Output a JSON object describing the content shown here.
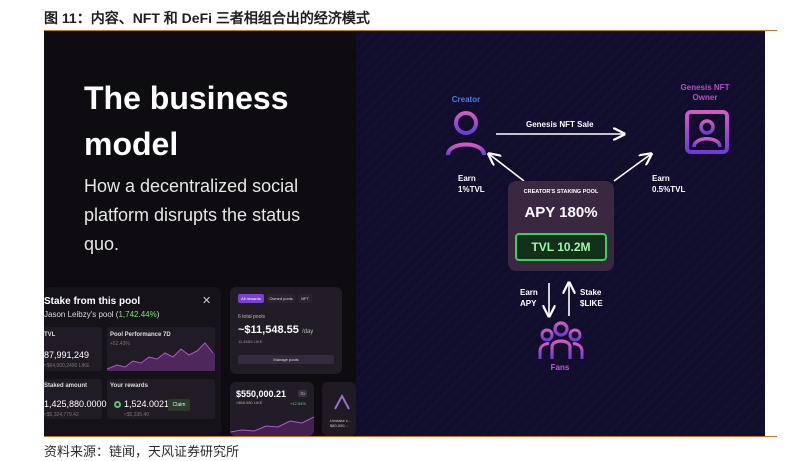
{
  "caption": {
    "top": "图 11：内容、NFT 和 DeFi 三者相组合出的经济模式",
    "bottom": "资料来源：链闻，天风证券研究所"
  },
  "hero": {
    "title": "The business model",
    "subtitle": "How a decentralized social platform disrupts the status quo."
  },
  "stake_card": {
    "title": "Stake from this pool",
    "pool_prefix": "Jason Leibzy's pool (",
    "pool_rate": "1,742.44%",
    "pool_suffix": ")",
    "tvl_label": "TVL",
    "tvl_value": "87,991,249",
    "tvl_sub": "≈$64,000,2490 LIKE",
    "perf_label": "Pool Performance 7D",
    "perf_sub": "+52.43%",
    "staked_label": "Staked amount",
    "staked_value": "1,425,880.0000",
    "staked_sub": "≈$5,324,779.42",
    "rewards_label": "Your rewards",
    "rewards_value": "1,524.0021",
    "rewards_sub": "≈$5,235.40",
    "claim_label": "Claim"
  },
  "rewards_card": {
    "tabs": [
      "All rewards",
      "Owned pools",
      "NFT"
    ],
    "pools_count": "6 total pools",
    "total": "~$11,548.55",
    "unit": "/day",
    "like": "11,465S LIKE",
    "manage_label": "Manage pools"
  },
  "value_card": {
    "value": "$550,000.21",
    "sub": "≈$58,980 LIKE",
    "change": "+12.54%",
    "chip": "7D"
  },
  "unstake_card": {
    "text": "Unstake c... $80,000..."
  },
  "diagram": {
    "creator_label": "Creator",
    "owner_label": "Genesis NFT Owner",
    "fans_label": "Fans",
    "sale_label": "Genesis NFT Sale",
    "creator_earn": "Earn 1%TVL",
    "owner_earn": "Earn 0.5%TVL",
    "fans_earn": "Earn APY",
    "fans_stake": "Stake $LIKE",
    "pool_title": "CREATOR'S STAKING POOL",
    "apy": "APY 180%",
    "tvl": "TVL 10.2M"
  },
  "colors": {
    "accent_rule": "#c9712e",
    "creator_blue": "#4f7ae0",
    "owner_magenta": "#b54ec4",
    "tvl_green": "#3fcf5a"
  }
}
